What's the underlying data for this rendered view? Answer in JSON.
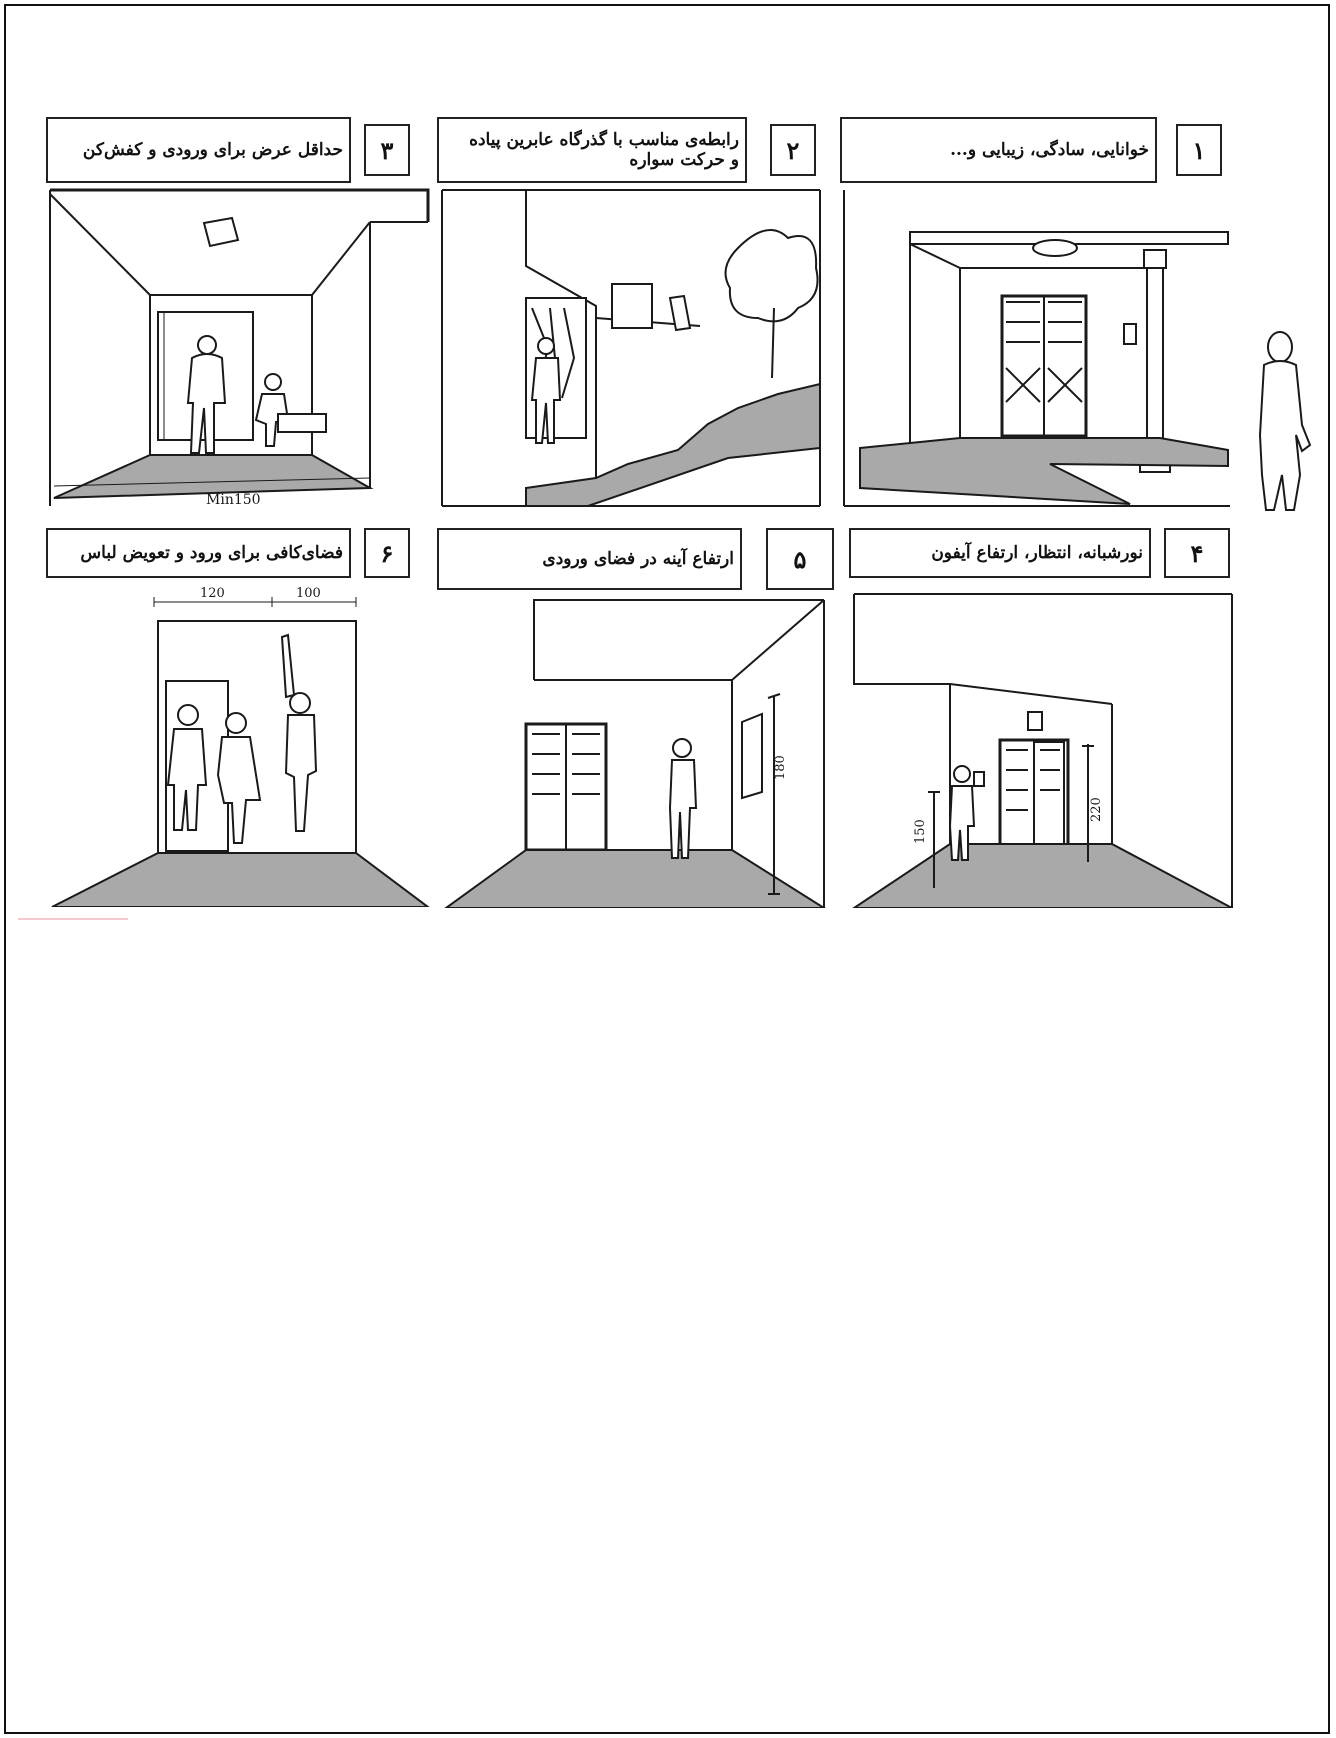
{
  "panels": [
    {
      "number": "۱",
      "caption": "خوانایی، سادگی، زیبایی و..."
    },
    {
      "number": "۲",
      "caption": "رابطه‌ی مناسب با گذرگاه عابرین پیاده\nو حرکت سواره"
    },
    {
      "number": "۳",
      "caption": "حداقل عرض برای ورودی و کفش‌کن",
      "dimension_label": "Min150"
    },
    {
      "number": "۴",
      "caption": "نورشبانه، انتظار، ارتفاع آیفون",
      "dimension_labels": [
        "150",
        "220"
      ]
    },
    {
      "number": "۵",
      "caption": "ارتفاع آینه در فضای ورودی",
      "dimension_label": "180"
    },
    {
      "number": "۶",
      "caption": "فضای‌کافی برای ورود و تعویض لباس",
      "dimension_labels": [
        "120",
        "100"
      ]
    }
  ],
  "colors": {
    "ink": "#1a1a1a",
    "floor": "#a9a9a9",
    "paper": "#ffffff"
  }
}
